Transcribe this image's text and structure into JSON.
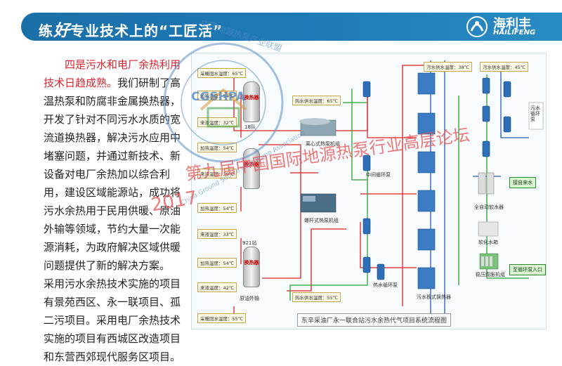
{
  "header": {
    "title_pre": "练",
    "title_hao": "好",
    "title_post": "专业技术上的“工匠活”",
    "brand_cn": "海利丰",
    "brand_en": "HAILIFENG"
  },
  "body": {
    "highlight": "四是污水和电厂余热利用技术日趋成熟。",
    "para1": "我们研制了高温热泵和防腐非金属换热器，开发了针对不同污水水质的宽流道换热器，解决污水应用中堵塞问题，并通过新技术、新设备对电厂余热加以综合利用，建设区域能源站，成功将污水余热用于民用供暖、原油外输等领域，节约大量一次能源消耗，为政府解决区域供暖问题提供了新的解决方案。",
    "para2": "采用污水余热技术实施的项目有景苑西区、永一联项目、孤二污项目。采用电厂余热技术实施的项目有西城区改造项目和东营西郊现代服务区项目。"
  },
  "watermark": {
    "stamp_org_cn": "中国地源热泵产业联盟",
    "stamp_acronym": "CGSHPA",
    "stamp_org_en": "China Ground Source Heat Pump Association",
    "text_2017": "2017",
    "text_conf": "第九届中国国际地源热泵行业高层论坛"
  },
  "diagram": {
    "title": "东辛采油厂永一联合站污水余热代气项目系统流程图",
    "labels": {
      "t1": "采暖回水温度：65℃",
      "t2": "加热温度：54℃",
      "t3": "来液温度：32℃",
      "t4": "加热温度：54℃",
      "t5": "来液温度：39℃",
      "t6": "加热温度：54℃",
      "t7": "来液温度：33℃",
      "t8": "加热温度：54℃",
      "t9": "来液温度：42℃",
      "t10": "采暖回水温度：55℃",
      "t11": "热水供水温度：65℃",
      "t12": "热水供水温度：55℃",
      "t13": "污水供水温度：38℃",
      "t14": "污水供水温度：45℃",
      "tank1": "18队",
      "tank2": "921站",
      "tank3": "原油外输",
      "tank_mark": "换热器",
      "eq1": "离心式热泵机组",
      "eq2": "螺杆式热泵机组",
      "eq3": "中间循环泵",
      "eq4": "热水循环泵",
      "eq5": "污水板式换热器",
      "eq6": "全自动软水器",
      "eq7": "软化水箱",
      "eq8": "稳压膨胀机组",
      "eq9": "污水循环泵",
      "in1": "接自来水",
      "in2": "至循环泵入口"
    }
  }
}
